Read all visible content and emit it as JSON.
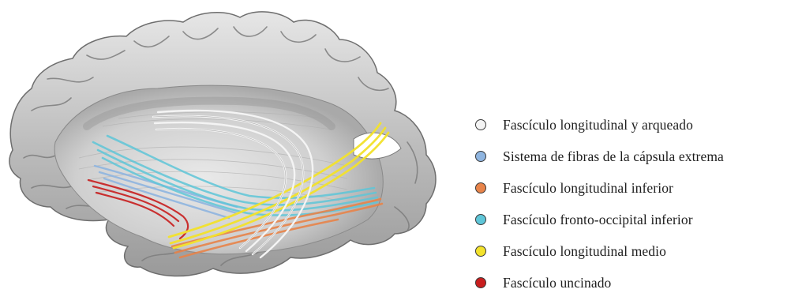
{
  "legend": {
    "items": [
      {
        "label": "Fascículo longitudinal y arqueado",
        "color": "#f4f4f4",
        "icon": "white-circle-icon"
      },
      {
        "label": "Sistema de fibras de la cápsula extrema",
        "color": "#8fb5e0",
        "icon": "light-blue-circle-icon"
      },
      {
        "label": "Fascículo longitudinal inferior",
        "color": "#e8844a",
        "icon": "orange-circle-icon"
      },
      {
        "label": "Fascículo fronto-occipital inferior",
        "color": "#5fc6d8",
        "icon": "cyan-circle-icon"
      },
      {
        "label": "Fascículo longitudinal medio",
        "color": "#f3e22c",
        "icon": "yellow-circle-icon"
      },
      {
        "label": "Fascículo uncinado",
        "color": "#c81e1e",
        "icon": "red-circle-icon"
      }
    ]
  },
  "tract_colors": {
    "arcuate": "#f4f4f4",
    "extreme_capsule": "#8fb5e0",
    "inferior_longitudinal": "#e8844a",
    "fronto_occipital": "#5fc6d8",
    "middle_longitudinal": "#f3e22c",
    "uncinate": "#c81e1e"
  }
}
